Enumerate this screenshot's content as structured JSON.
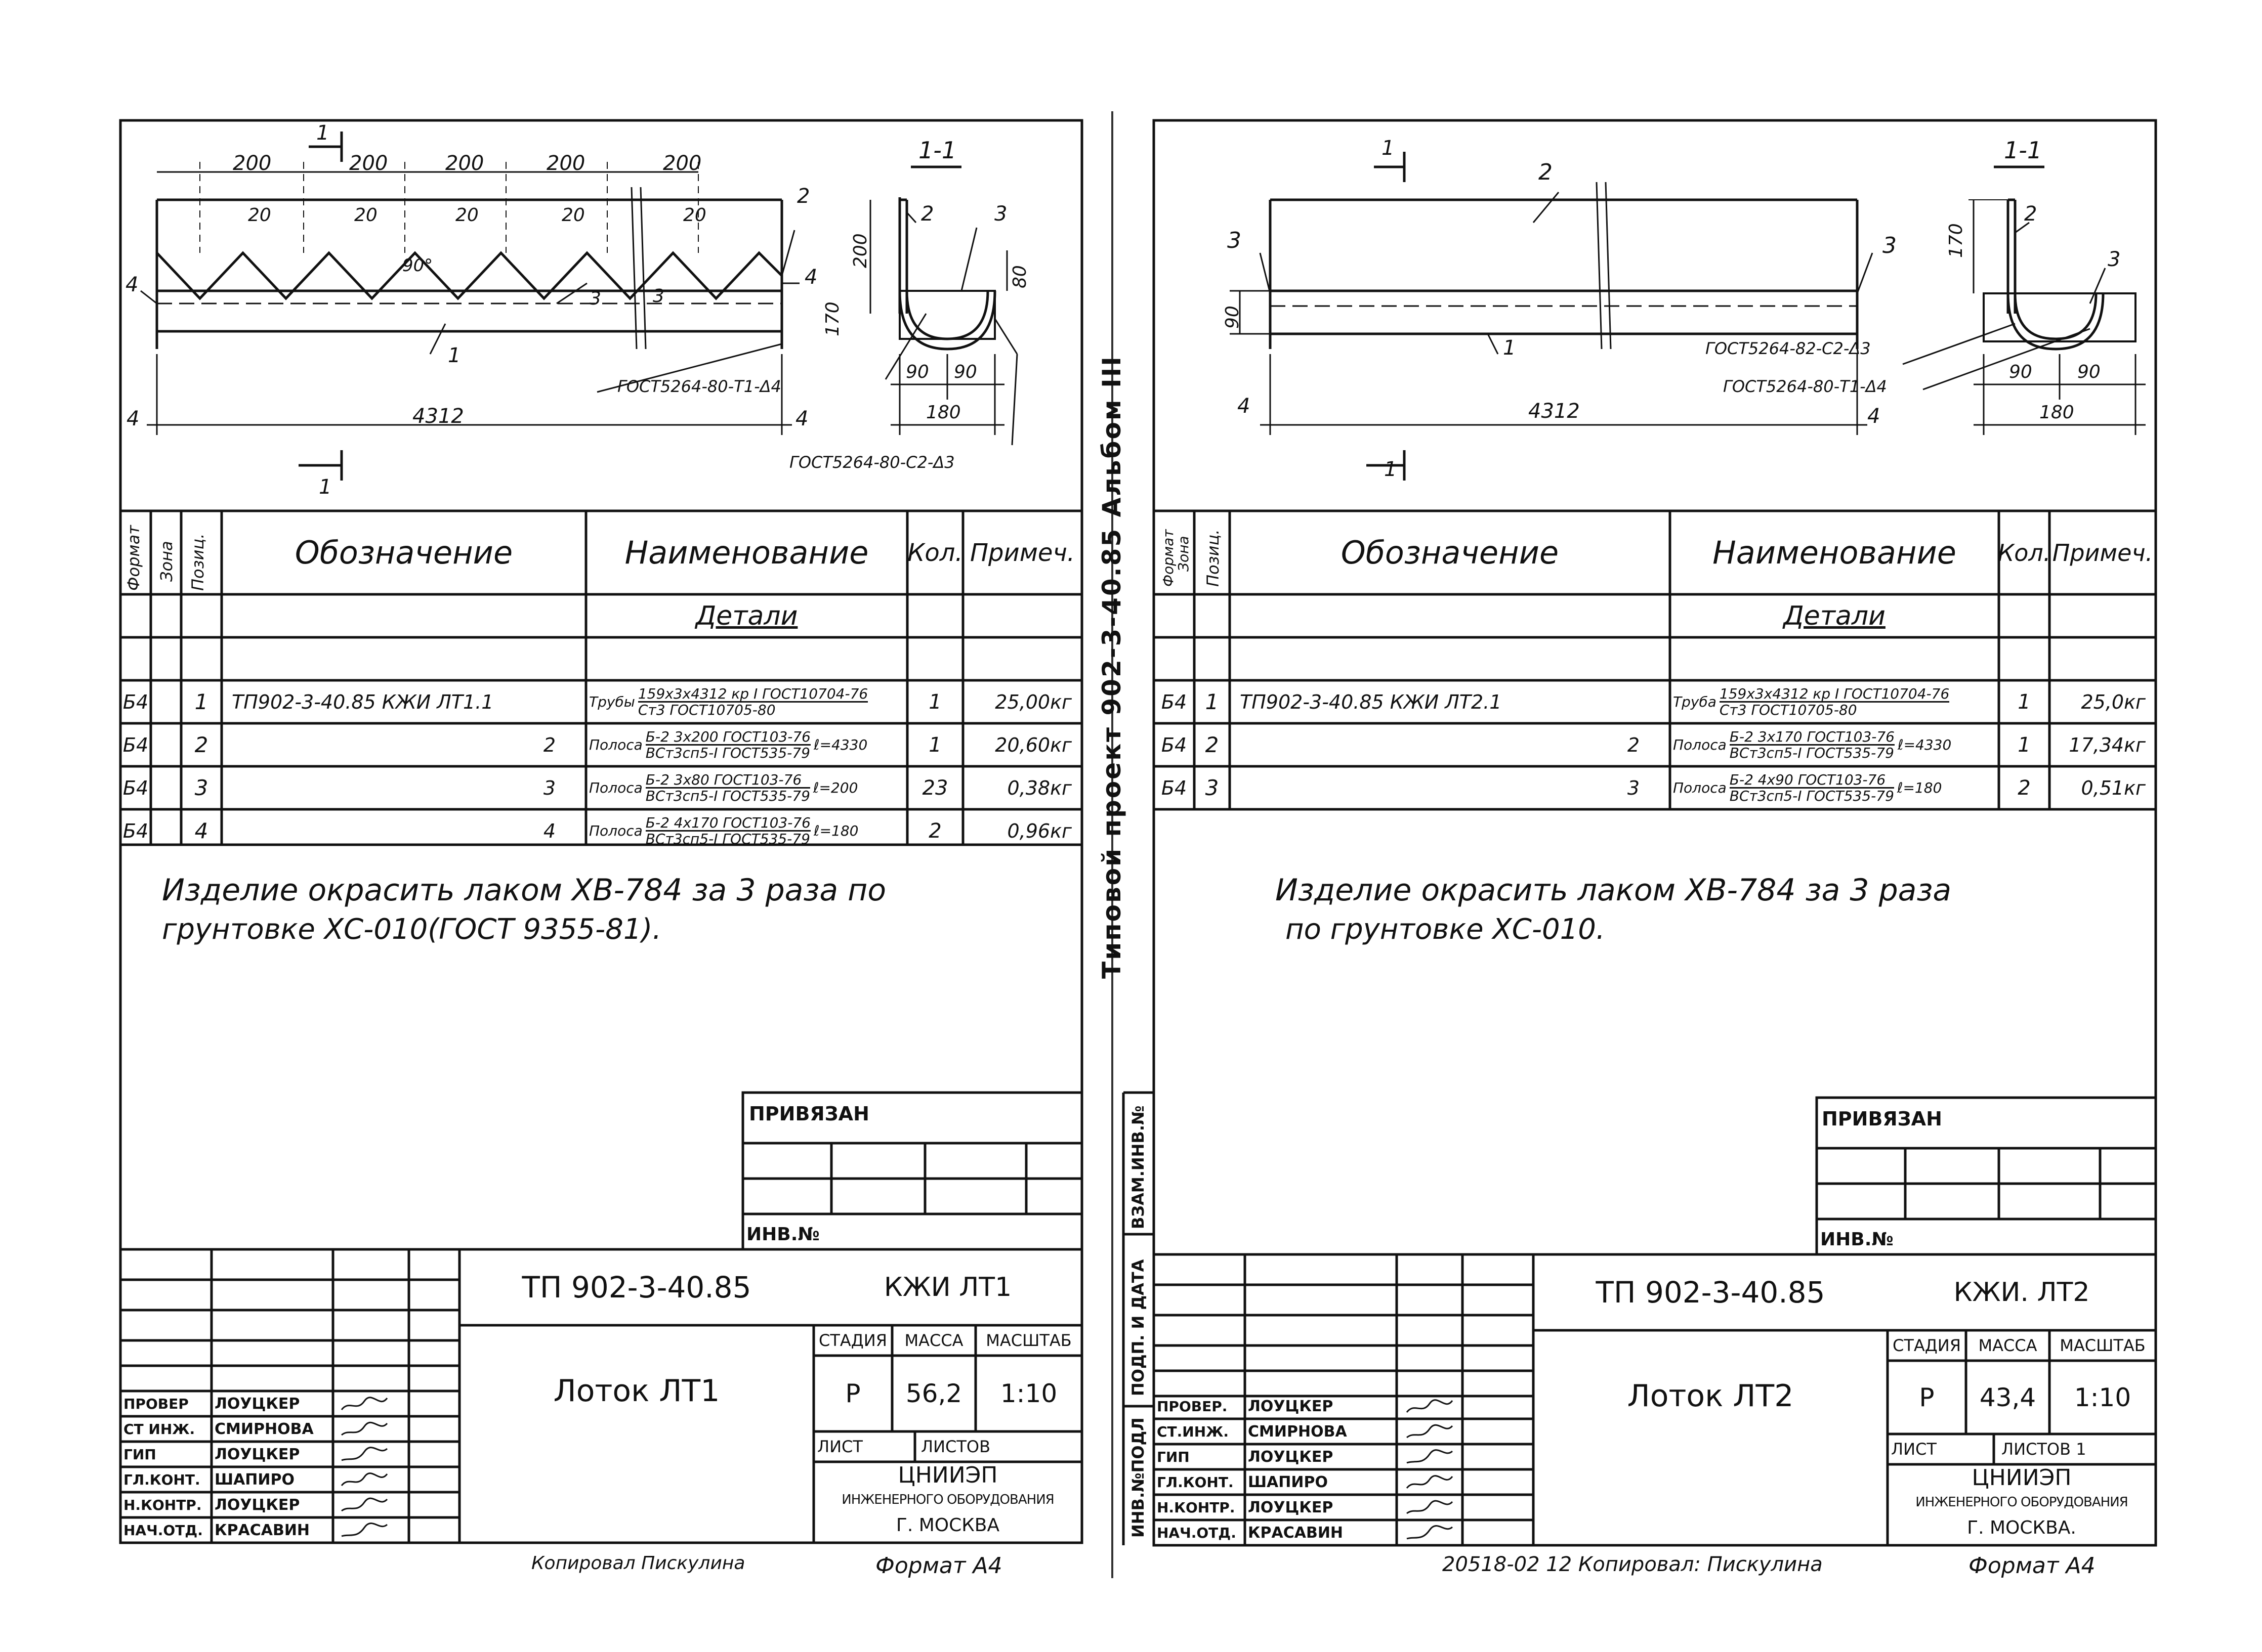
{
  "side_strip": {
    "text": "Типовой   проект   902-3-40.85      Альбом  III",
    "vzam": "ВЗАМ.ИНВ.№",
    "podp": "ПОДП. И ДАТА",
    "inv": "ИНВ.№ПОДЛ"
  },
  "sheets": [
    {
      "dims": {
        "d200": [
          "200",
          "200",
          "200",
          "200",
          "200"
        ],
        "d20": [
          "20",
          "20",
          "20",
          "20",
          "20"
        ],
        "angle": "90°",
        "length": "4312",
        "end4": "4",
        "section_mark": "1",
        "callouts": [
          "2",
          "4",
          "3",
          "3",
          "4",
          "1"
        ],
        "section_title": "1-1",
        "sec_dims": [
          "2",
          "3",
          "200",
          "80",
          "170",
          "90",
          "90",
          "180"
        ],
        "gost": [
          "ГОСТ5264-80-Т1-Δ4",
          "ГОСТ5264-80-С2-Δ3"
        ]
      },
      "spec": {
        "headers": [
          "Формат",
          "Зона",
          "Позиц.",
          "Обозначение",
          "Наименование",
          "Кол.",
          "Примеч."
        ],
        "section": "Детали",
        "rows": [
          {
            "fmt": "Б4",
            "pos": "1",
            "desig": "ТП902-3-40.85   КЖИ ЛТ1.1",
            "name_pre": "Трубы",
            "name_top": "159х3х4312 кр I ГОСТ10704-76",
            "name_bot": "Ст3 ГОСТ10705-80",
            "name_post": "",
            "qty": "1",
            "note": "25,00кг"
          },
          {
            "fmt": "Б4",
            "pos": "2",
            "desig": "2",
            "name_pre": "Полоса",
            "name_top": "Б-2 3х200 ГОСТ103-76",
            "name_bot": "ВСт3сп5-I ГОСТ535-79",
            "name_post": "ℓ=4330",
            "qty": "1",
            "note": "20,60кг"
          },
          {
            "fmt": "Б4",
            "pos": "3",
            "desig": "3",
            "name_pre": "Полоса",
            "name_top": "Б-2 3х80 ГОСТ103-76",
            "name_bot": "ВСт3сп5-I ГОСТ535-79",
            "name_post": "ℓ=200",
            "qty": "23",
            "note": "0,38кг"
          },
          {
            "fmt": "Б4",
            "pos": "4",
            "desig": "4",
            "name_pre": "Полоса",
            "name_top": "Б-2 4х170 ГОСТ103-76",
            "name_bot": "ВСт3сп5-I ГОСТ535-79",
            "name_post": "ℓ=180",
            "qty": "2",
            "note": "0,96кг"
          }
        ]
      },
      "note_lines": [
        "Изделие окрасить лаком ХВ-784 за 3 раза по",
        "грунтовке  ХС-010(ГОСТ 9355-81)."
      ],
      "privyazan": "ПРИВЯЗАН",
      "inv_no": "ИНВ.№",
      "title_block": {
        "doc": "ТП  902-3-40.85",
        "code": "КЖИ  ЛТ1",
        "name": "Лоток    ЛТ1",
        "stage_h": "СТАДИЯ",
        "mass_h": "МАССА",
        "scale_h": "МАСШТАБ",
        "stage": "Р",
        "mass": "56,2",
        "scale": "1:10",
        "sheet_h": "ЛИСТ",
        "sheets_h": "ЛИСТОВ",
        "org1": "ЦНИИЭП",
        "org2": "ИНЖЕНЕРНОГО ОБОРУДОВАНИЯ",
        "org3": "Г. МОСКВА",
        "roles": [
          {
            "role": "ПРОВЕР",
            "name": "ЛОУЦКЕР"
          },
          {
            "role": "СТ ИНЖ.",
            "name": "СМИРНОВА"
          },
          {
            "role": "ГИП",
            "name": "ЛОУЦКЕР"
          },
          {
            "role": "ГЛ.КОНТ.",
            "name": "ШАПИРО"
          },
          {
            "role": "Н.КОНТР.",
            "name": "ЛОУЦКЕР"
          },
          {
            "role": "НАЧ.ОТД.",
            "name": "КРАСАВИН"
          }
        ]
      },
      "footer_left": "Копировал  Пискулина",
      "footer_right": "Формат А4"
    },
    {
      "dims": {
        "length": "4312",
        "end4": "4",
        "section_mark": "1",
        "callouts": [
          "2",
          "3",
          "3",
          "1"
        ],
        "d90": "90",
        "section_title": "1-1",
        "sec_dims": [
          "2",
          "3",
          "170",
          "90",
          "90",
          "180"
        ],
        "gost": [
          "ГОСТ5264-82-С2-Δ3",
          "ГОСТ5264-80-Т1-Δ4"
        ]
      },
      "spec": {
        "headers": [
          "Формат",
          "Зона",
          "Позиц.",
          "Обозначение",
          "Наименование",
          "Кол.",
          "Примеч."
        ],
        "section": "Детали",
        "rows": [
          {
            "fmt": "Б4",
            "pos": "1",
            "desig": "ТП902-3-40.85   КЖИ ЛТ2.1",
            "name_pre": "Труба",
            "name_top": "159х3х4312 кр I ГОСТ10704-76",
            "name_bot": "Ст3 ГОСТ10705-80",
            "name_post": "",
            "qty": "1",
            "note": "25,0кг"
          },
          {
            "fmt": "Б4",
            "pos": "2",
            "desig": "2",
            "name_pre": "Полоса",
            "name_top": "Б-2 3х170 ГОСТ103-76",
            "name_bot": "ВСт3сп5-I ГОСТ535-79",
            "name_post": "ℓ=4330",
            "qty": "1",
            "note": "17,34кг"
          },
          {
            "fmt": "Б4",
            "pos": "3",
            "desig": "3",
            "name_pre": "Полоса",
            "name_top": "Б-2 4х90 ГОСТ103-76",
            "name_bot": "ВСт3сп5-I ГОСТ535-79",
            "name_post": "ℓ=180",
            "qty": "2",
            "note": "0,51кг"
          }
        ]
      },
      "note_lines": [
        "Изделие окрасить лаком ХВ-784 за 3 раза",
        "по грунтовке  ХС-010."
      ],
      "privyazan": "ПРИВЯЗАН",
      "inv_no": "ИНВ.№",
      "title_block": {
        "doc": "ТП  902-3-40.85",
        "code": "КЖИ.  ЛТ2",
        "name": "Лоток    ЛТ2",
        "stage_h": "СТАДИЯ",
        "mass_h": "МАССА",
        "scale_h": "МАСШТАБ",
        "stage": "Р",
        "mass": "43,4",
        "scale": "1:10",
        "sheet_h": "ЛИСТ",
        "sheets_h": "ЛИСТОВ 1",
        "org1": "ЦНИИЭП",
        "org2": "ИНЖЕНЕРНОГО ОБОРУДОВАНИЯ",
        "org3": "Г. МОСКВА.",
        "roles": [
          {
            "role": "ПРОВЕР.",
            "name": "ЛОУЦКЕР"
          },
          {
            "role": "СТ.ИНЖ.",
            "name": "СМИРНОВА"
          },
          {
            "role": "ГИП",
            "name": "ЛОУЦКЕР"
          },
          {
            "role": "ГЛ.КОНТ.",
            "name": "ШАПИРО"
          },
          {
            "role": "Н.КОНТР.",
            "name": "ЛОУЦКЕР"
          },
          {
            "role": "НАЧ.ОТД.",
            "name": "КРАСАВИН"
          }
        ]
      },
      "footer_left": "20518-02   12   Копировал:  Пискулина",
      "footer_right": "Формат А4"
    }
  ]
}
